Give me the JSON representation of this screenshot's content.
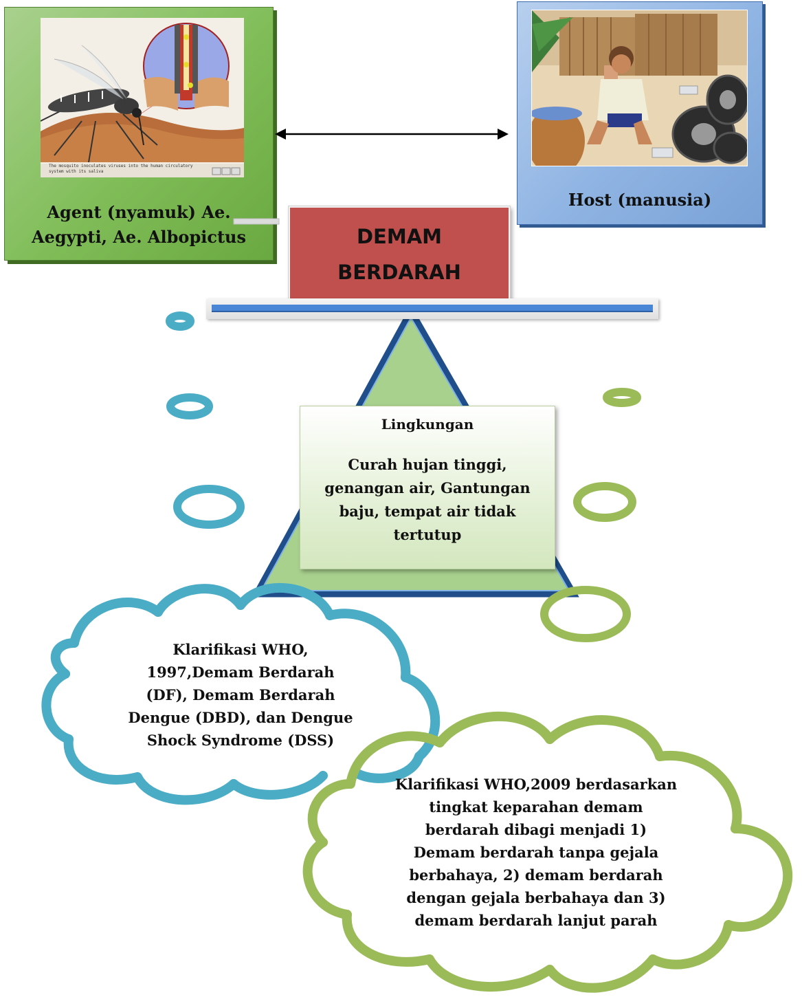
{
  "agent": {
    "label": "Agent (nyamuk) Ae. Aegypti, Ae. Albopictus",
    "image_caption": "The mosquito inoculates viruses into the human circulatory system with its saliva"
  },
  "host": {
    "label": "Host (manusia)"
  },
  "disease": {
    "label": "DEMAM\nBERDARAH"
  },
  "environment": {
    "title": "Lingkungan",
    "body": "Curah hujan tinggi,\ngenangan air, Gantungan\nbaju, tempat air tidak\ntertutup"
  },
  "cloud_who_1997": {
    "text": "Klarifikasi WHO,\n1997,Demam Berdarah\n(DF), Demam Berdarah\nDengue (DBD), dan Dengue\nShock Syndrome (DSS)"
  },
  "cloud_who_2009": {
    "text": "Klarifikasi WHO,2009 berdasarkan\ntingkat keparahan demam\nberdarah dibagi menjadi 1)\nDemam berdarah tanpa gejala\nberbahaya, 2) demam berdarah\ndengan gejala berbahaya dan 3)\ndemam berdarah lanjut parah"
  },
  "colors": {
    "agent_green": "#80bd58",
    "host_blue": "#8fb4e3",
    "disease_red": "#c0504d",
    "bubble_blue": "#4bacc6",
    "bubble_green": "#9bbb59"
  }
}
